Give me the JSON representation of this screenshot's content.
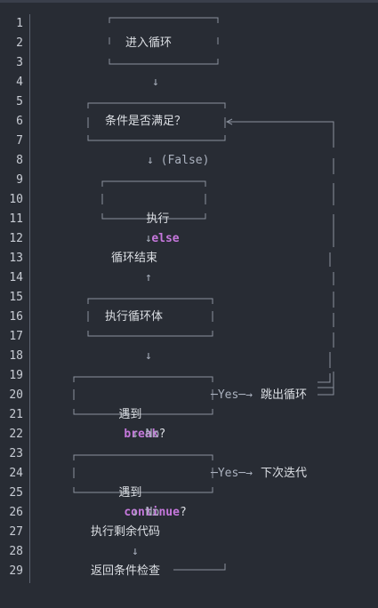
{
  "editor": {
    "line_numbers": [
      "1",
      "2",
      "3",
      "4",
      "5",
      "6",
      "7",
      "8",
      "9",
      "10",
      "11",
      "12",
      "13",
      "14",
      "15",
      "16",
      "17",
      "18",
      "19",
      "20",
      "21",
      "22",
      "23",
      "24",
      "25",
      "26",
      "27",
      "28",
      "29"
    ]
  },
  "flow": {
    "enter_loop": "进入循环",
    "condition": "条件是否满足？",
    "false_label": "↓ (False)",
    "exec_label": "执行",
    "else_kw": "else",
    "loop_end": "循环结束",
    "loop_body": "执行循环体",
    "meet_label": "遇到",
    "break_kw": "break",
    "q_mark": "?",
    "yes_arrow": "─Yes─→",
    "jump_out": "跳出循环",
    "no_label": "↓ No",
    "continue_kw": "continue",
    "next_iter": "下次迭代",
    "exec_rest": "执行剩余代码",
    "return_check": "返回条件检查"
  }
}
